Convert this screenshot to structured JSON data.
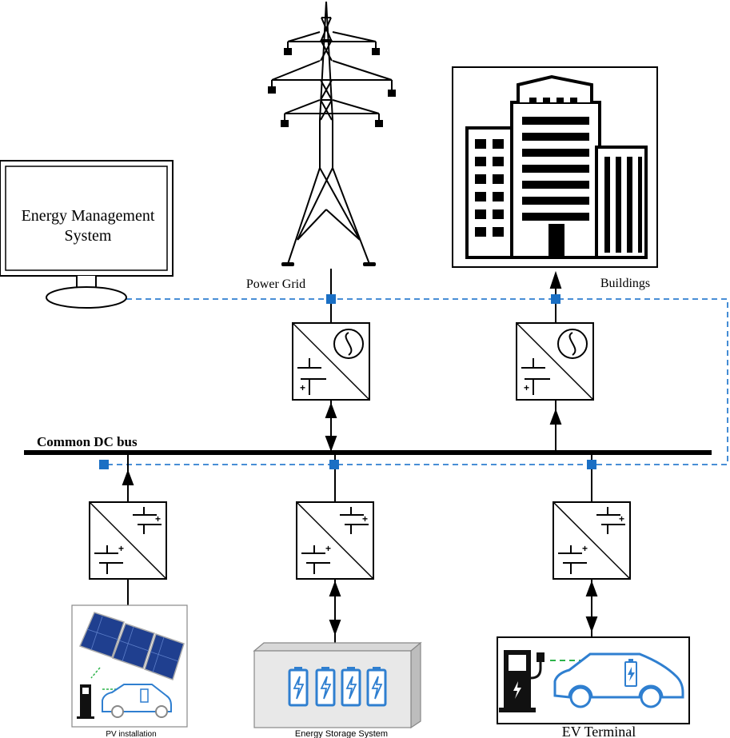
{
  "labels": {
    "ems_line1": "Energy Management",
    "ems_line2": "System",
    "power_grid": "Power Grid",
    "buildings": "Buildings",
    "dc_bus": "Common DC bus",
    "pv": "PV installation",
    "storage": "Energy Storage System",
    "ev": "EV Terminal"
  },
  "colors": {
    "comm_line": "#2f7fd0",
    "node": "#1a6fc4",
    "battery": "#2f7fd0",
    "panel": "#1f3f8f",
    "ev_arrow": "#2db34a"
  },
  "icons": {
    "converter": "converter-icon",
    "monitor": "monitor-icon",
    "tower": "transmission-tower-icon",
    "building": "building-icon",
    "battery": "battery-icon",
    "charger": "charger-icon",
    "car": "car-icon",
    "solar": "solar-panel-icon"
  }
}
